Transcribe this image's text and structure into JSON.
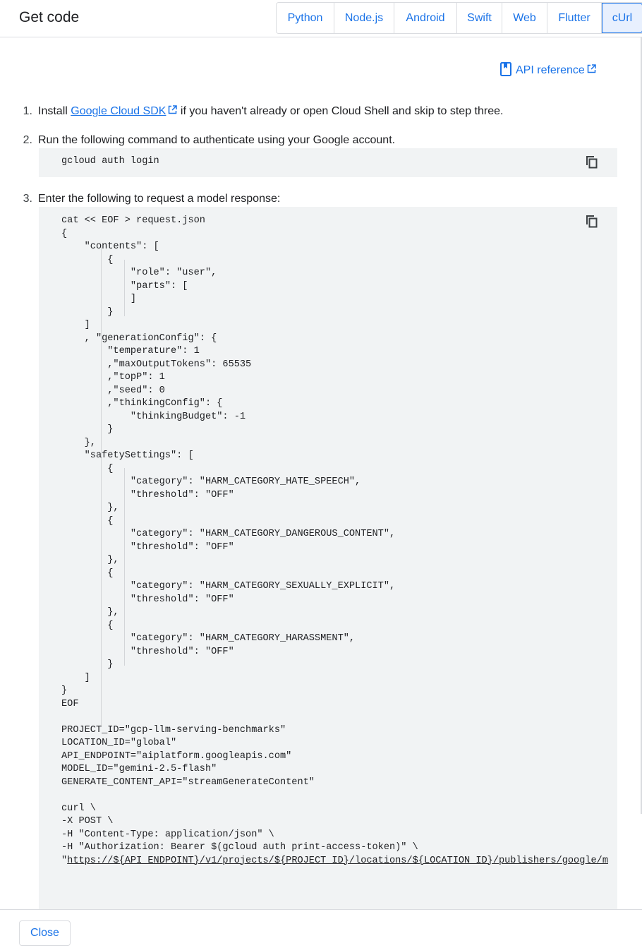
{
  "header": {
    "title": "Get code",
    "tabs": [
      "Python",
      "Node.js",
      "Android",
      "Swift",
      "Web",
      "Flutter",
      "cUrl"
    ],
    "active_tab": "cUrl"
  },
  "api_reference": {
    "label": "API reference",
    "icon": "book-icon"
  },
  "steps": [
    {
      "number": "1.",
      "prefix": "Install ",
      "link": "Google Cloud SDK",
      "suffix": " if you haven't already or open Cloud Shell and skip to step three."
    },
    {
      "number": "2.",
      "text": "Run the following command to authenticate using your Google account.",
      "code": "gcloud auth login"
    },
    {
      "number": "3.",
      "text": "Enter the following to request a model response:",
      "code_lines": [
        "cat << EOF > request.json",
        "{",
        "    \"contents\": [",
        "        {",
        "            \"role\": \"user\",",
        "            \"parts\": [",
        "            ]",
        "        }",
        "    ]",
        "    , \"generationConfig\": {",
        "        \"temperature\": 1",
        "        ,\"maxOutputTokens\": 65535",
        "        ,\"topP\": 1",
        "        ,\"seed\": 0",
        "        ,\"thinkingConfig\": {",
        "            \"thinkingBudget\": -1",
        "        }",
        "    },",
        "    \"safetySettings\": [",
        "        {",
        "            \"category\": \"HARM_CATEGORY_HATE_SPEECH\",",
        "            \"threshold\": \"OFF\"",
        "        },",
        "        {",
        "            \"category\": \"HARM_CATEGORY_DANGEROUS_CONTENT\",",
        "            \"threshold\": \"OFF\"",
        "        },",
        "        {",
        "            \"category\": \"HARM_CATEGORY_SEXUALLY_EXPLICIT\",",
        "            \"threshold\": \"OFF\"",
        "        },",
        "        {",
        "            \"category\": \"HARM_CATEGORY_HARASSMENT\",",
        "            \"threshold\": \"OFF\"",
        "        }",
        "    ]",
        "}",
        "EOF",
        "",
        "PROJECT_ID=\"gcp-llm-serving-benchmarks\"",
        "LOCATION_ID=\"global\"",
        "API_ENDPOINT=\"aiplatform.googleapis.com\"",
        "MODEL_ID=\"gemini-2.5-flash\"",
        "GENERATE_CONTENT_API=\"streamGenerateContent\"",
        "",
        "curl \\",
        "-X POST \\",
        "-H \"Content-Type: application/json\" \\",
        "-H \"Authorization: Bearer $(gcloud auth print-access-token)\" \\"
      ],
      "url_line_prefix": "\"",
      "url_line": "https://${API_ENDPOINT}/v1/projects/${PROJECT_ID}/locations/${LOCATION_ID}/publishers/google/m"
    }
  ],
  "footer": {
    "close_label": "Close"
  },
  "colors": {
    "accent": "#1a73e8",
    "code_bg": "#f1f3f4",
    "border": "#dadce0"
  }
}
